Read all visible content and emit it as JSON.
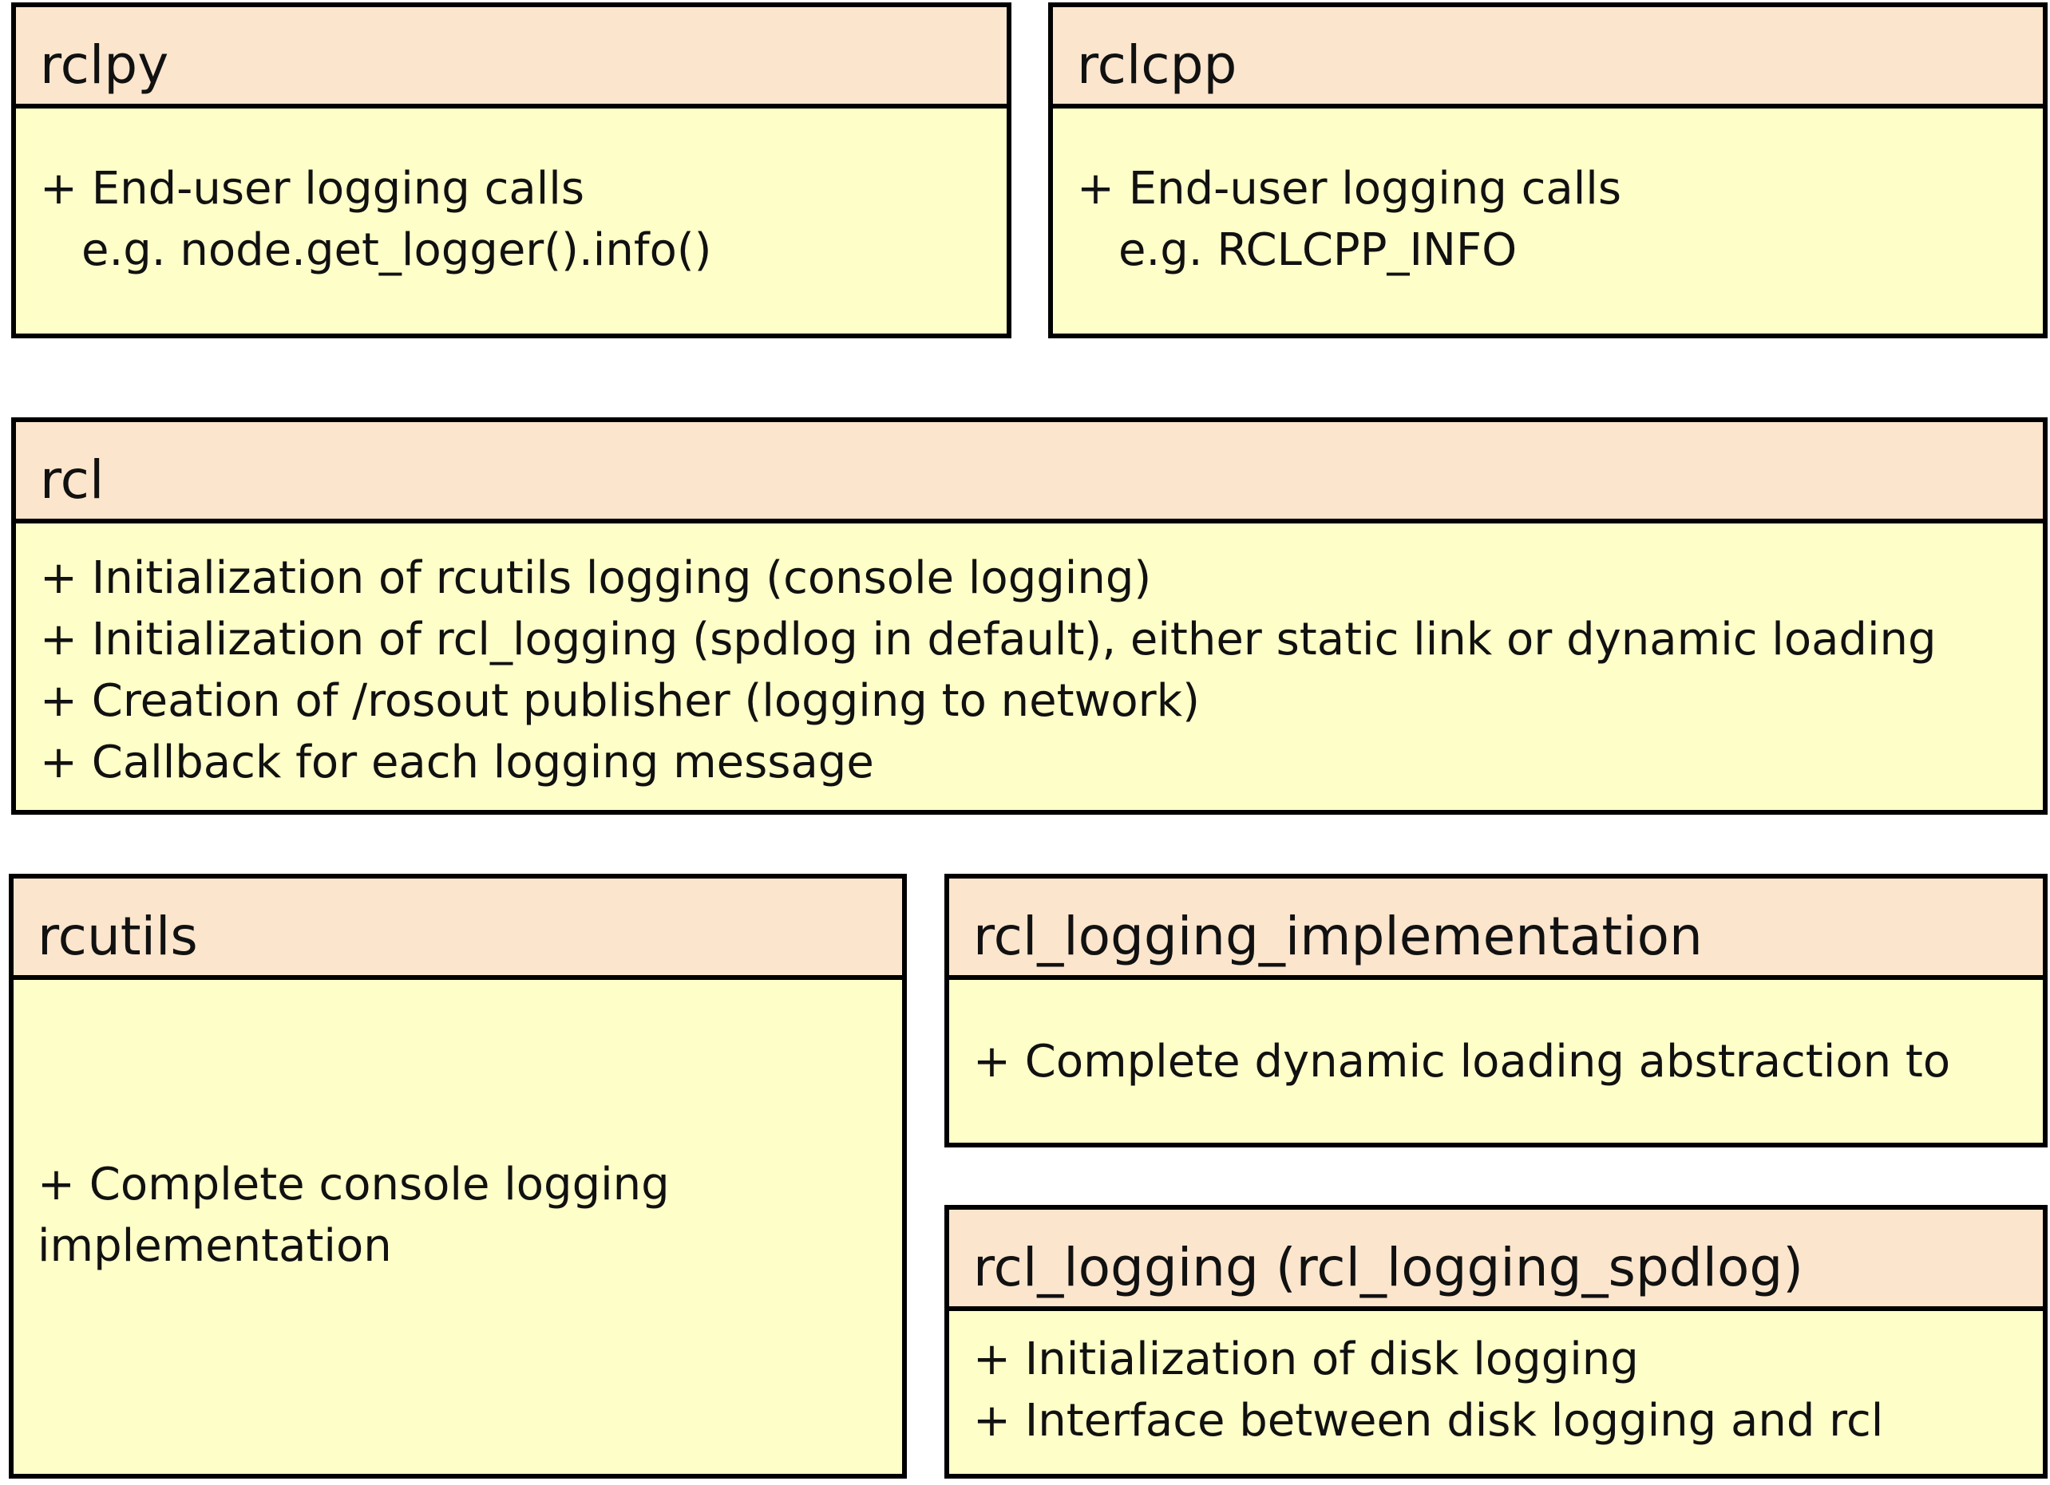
{
  "boxes": {
    "rclpy": {
      "title": "rclpy",
      "lines": [
        "+ End-user logging calls",
        "e.g. node.get_logger().info()"
      ]
    },
    "rclcpp": {
      "title": "rclcpp",
      "lines": [
        "+ End-user logging calls",
        "e.g. RCLCPP_INFO"
      ]
    },
    "rcl": {
      "title": "rcl",
      "lines": [
        "+ Initialization of rcutils logging (console logging)",
        "+ Initialization of rcl_logging (spdlog in default), either static link or dynamic loading",
        "+ Creation of /rosout publisher (logging to network)",
        "+ Callback for each logging message"
      ]
    },
    "rcutils": {
      "title": "rcutils",
      "lines": [
        "+ Complete console logging",
        "implementation"
      ]
    },
    "rcl_logging_implementation": {
      "title": "rcl_logging_implementation",
      "lines": [
        "+ Complete dynamic loading abstraction to"
      ]
    },
    "rcl_logging": {
      "title": "rcl_logging (rcl_logging_spdlog)",
      "lines": [
        "+ Initialization of disk logging",
        "+ Interface between disk logging and rcl"
      ]
    }
  }
}
